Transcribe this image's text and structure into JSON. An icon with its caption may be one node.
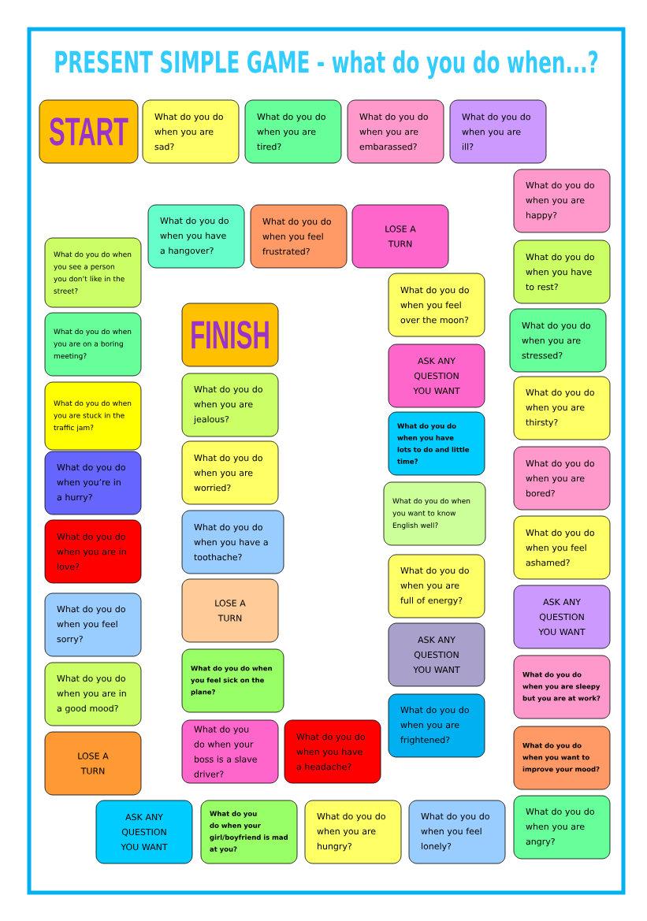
{
  "diagram": {
    "title": "PRESENT SIMPLE GAME - what do you do when...?",
    "nodes": [
      {
        "text": [
          "START"
        ]
      },
      {
        "text": [
          "What do you do when you are sad?"
        ]
      },
      {
        "text": [
          "What do you do when you are tired?"
        ]
      },
      {
        "text": [
          "What do you do when you are embarassed?"
        ]
      },
      {
        "text": [
          "What do you do when you are ill?"
        ]
      },
      {
        "text": [
          "What do you do when you are happy?"
        ]
      },
      {
        "text": [
          "What do you do when you have a hangover?"
        ]
      },
      {
        "text": [
          "What do you do when you feel frustrated?"
        ]
      },
      {
        "text": [
          "LOSE A TURN"
        ]
      },
      {
        "text": [
          "What do you do when you see a person you don’t like in the street?"
        ]
      },
      {
        "text": [
          "What do you do when you have to rest?"
        ]
      },
      {
        "text": [
          "What do you do when you feel over the moon?"
        ]
      },
      {
        "text": [
          "FINISH"
        ]
      },
      {
        "text": [
          "What do you do when you are on a boring meeting?"
        ]
      },
      {
        "text": [
          "What do you do when you are stressed?"
        ]
      },
      {
        "text": [
          "ASK ANY QUESTION YOU WANT"
        ]
      },
      {
        "text": [
          "What do you do when you are stuck in the traffic jam?"
        ]
      },
      {
        "text": [
          "What do you do when you are jealous?"
        ]
      },
      {
        "text": [
          "What do you do when you are thirsty?"
        ]
      },
      {
        "text": [
          "What do you do when you have lots to do and little time?"
        ]
      },
      {
        "text": [
          "What do you do when you’re in a hurry?"
        ]
      },
      {
        "text": [
          "What do you do when you are worried?"
        ]
      },
      {
        "text": [
          "What do you do when you are bored?"
        ]
      },
      {
        "text": [
          "What do you do when you want to know English well?"
        ]
      },
      {
        "text": [
          "What do you do when you have a toothache?"
        ]
      },
      {
        "text": [
          "What do you do when you feel ashamed?"
        ]
      },
      {
        "text": [
          "What do you do when you are in love?"
        ]
      },
      {
        "text": [
          "What do you do when you are full of energy?"
        ]
      },
      {
        "text": [
          "LOSE A TURN"
        ]
      },
      {
        "text": [
          "ASK ANY QUESTION YOU WANT"
        ]
      },
      {
        "text": [
          "What do you do when you feel sorry?"
        ]
      },
      {
        "text": [
          "ASK ANY QUESTION YOU WANT"
        ]
      },
      {
        "text": [
          "What do you do when you feel sick on the plane?"
        ]
      },
      {
        "text": [
          "What do you do when you are sleepy but you are at work?"
        ]
      },
      {
        "text": [
          "What do you do when you are in a good mood?"
        ]
      },
      {
        "text": [
          "What do you do when you are frightened?"
        ]
      },
      {
        "text": [
          "What do you do when your boss is a slave driver?"
        ]
      },
      {
        "text": [
          "What do you do when you have a headache?"
        ]
      },
      {
        "text": [
          "What do you do when you want to improve your mood?"
        ]
      },
      {
        "text": [
          "LOSE A TURN"
        ]
      },
      {
        "text": [
          "ASK ANY QUESTION YOU WANT"
        ]
      },
      {
        "text": [
          "What do you do when your girl/boyfriend is mad at you?"
        ]
      },
      {
        "text": [
          "What do you do when you are hungry?"
        ]
      },
      {
        "text": [
          "What do you do when you feel lonely?"
        ]
      },
      {
        "text": [
          "What do you do when you are angry?"
        ]
      }
    ]
  }
}
